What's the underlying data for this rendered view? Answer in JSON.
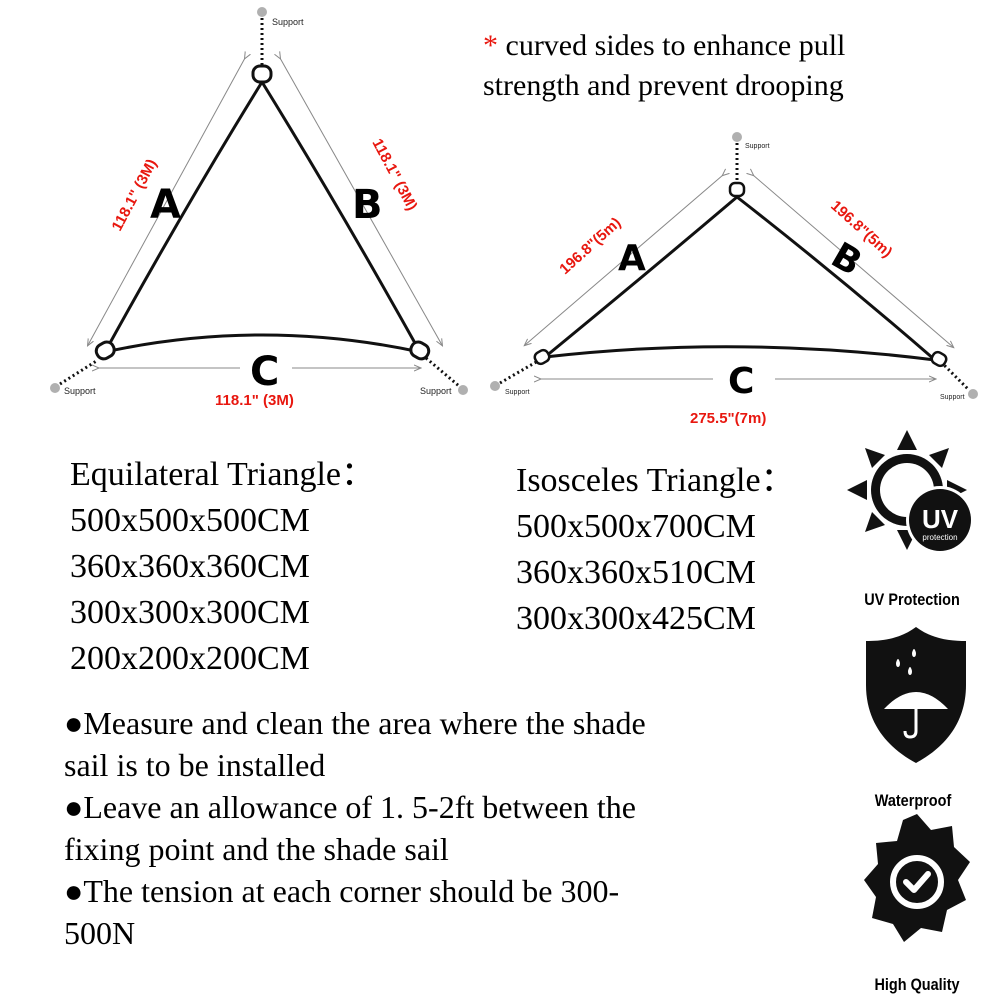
{
  "note": {
    "star": "*",
    "text_line1": "curved sides to enhance pull",
    "text_line2": "strength and prevent drooping"
  },
  "diagram_left": {
    "support_top": "Support",
    "support_left": "Support",
    "support_right": "Support",
    "side_a": "A",
    "side_b": "B",
    "side_c": "C",
    "measure_a": "118.1\" (3M)",
    "measure_b": "118.1\" (3M)",
    "measure_c": "118.1\" (3M)"
  },
  "diagram_right": {
    "support_top": "Support",
    "support_left": "Support",
    "support_right": "Support",
    "side_a": "A",
    "side_b": "B",
    "side_c": "C",
    "measure_a": "196.8\"(5m)",
    "measure_b": "196.8\"(5m)",
    "measure_c": "275.5\"(7m)"
  },
  "equilateral": {
    "title": "Equilateral Triangle：",
    "sizes": [
      "500x500x500CM",
      "360x360x360CM",
      "300x300x300CM",
      "200x200x200CM"
    ]
  },
  "isosceles": {
    "title": "Isosceles Triangle：",
    "sizes": [
      "500x500x700CM",
      "360x360x510CM",
      "300x300x425CM"
    ]
  },
  "tips": [
    {
      "bullet": "●",
      "text": "Measure and clean the area where the shade",
      "cont": "sail is to be installed"
    },
    {
      "bullet": "●",
      "text": "Leave an allowance of 1. 5-2ft between the",
      "cont": "fixing point and the shade sail"
    },
    {
      "bullet": "●",
      "text": "The tension at each corner should be 300-",
      "cont": "500N"
    }
  ],
  "badges": [
    {
      "icon": "uv-protection-icon",
      "label": "UV Protection",
      "icon_text": "UV",
      "icon_subtext": "protection"
    },
    {
      "icon": "waterproof-icon",
      "label": "Waterproof"
    },
    {
      "icon": "high-quality-icon",
      "label": "High Quality"
    }
  ],
  "colors": {
    "measure_red": "#e8170f",
    "text": "#000000",
    "support_dot": "#b0b0b0"
  }
}
